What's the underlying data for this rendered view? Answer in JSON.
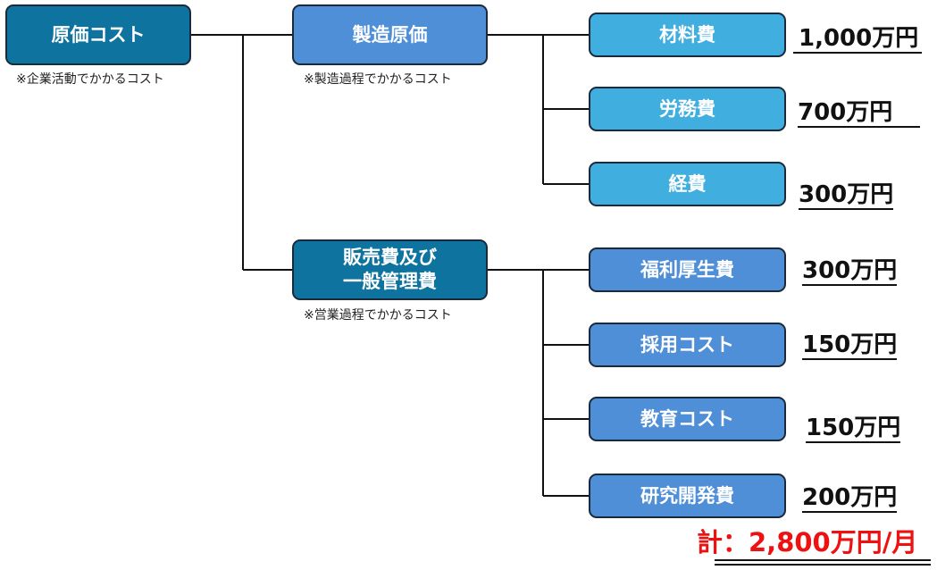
{
  "root": {
    "label": "原価コスト",
    "note": "※企業活動でかかるコスト"
  },
  "manufacturing": {
    "label": "製造原価",
    "note": "※製造過程でかかるコスト",
    "items": [
      {
        "label": "材料費",
        "amount": "1,000万円"
      },
      {
        "label": "労務費",
        "amount": "700万円"
      },
      {
        "label": "経費",
        "amount": "300万円"
      }
    ]
  },
  "sga": {
    "label_line1": "販売費及び",
    "label_line2": "一般管理費",
    "note": "※営業過程でかかるコスト",
    "items": [
      {
        "label": "福利厚生費",
        "amount": "300万円"
      },
      {
        "label": "採用コスト",
        "amount": "150万円"
      },
      {
        "label": "教育コスト",
        "amount": "150万円"
      },
      {
        "label": "研究開発費",
        "amount": "200万円"
      }
    ]
  },
  "total": "計：2,800万円/月",
  "colors": {
    "dark": "#0f73a0",
    "mid": "#4f8fd8",
    "light": "#41aee0",
    "total": "#ee1111"
  }
}
